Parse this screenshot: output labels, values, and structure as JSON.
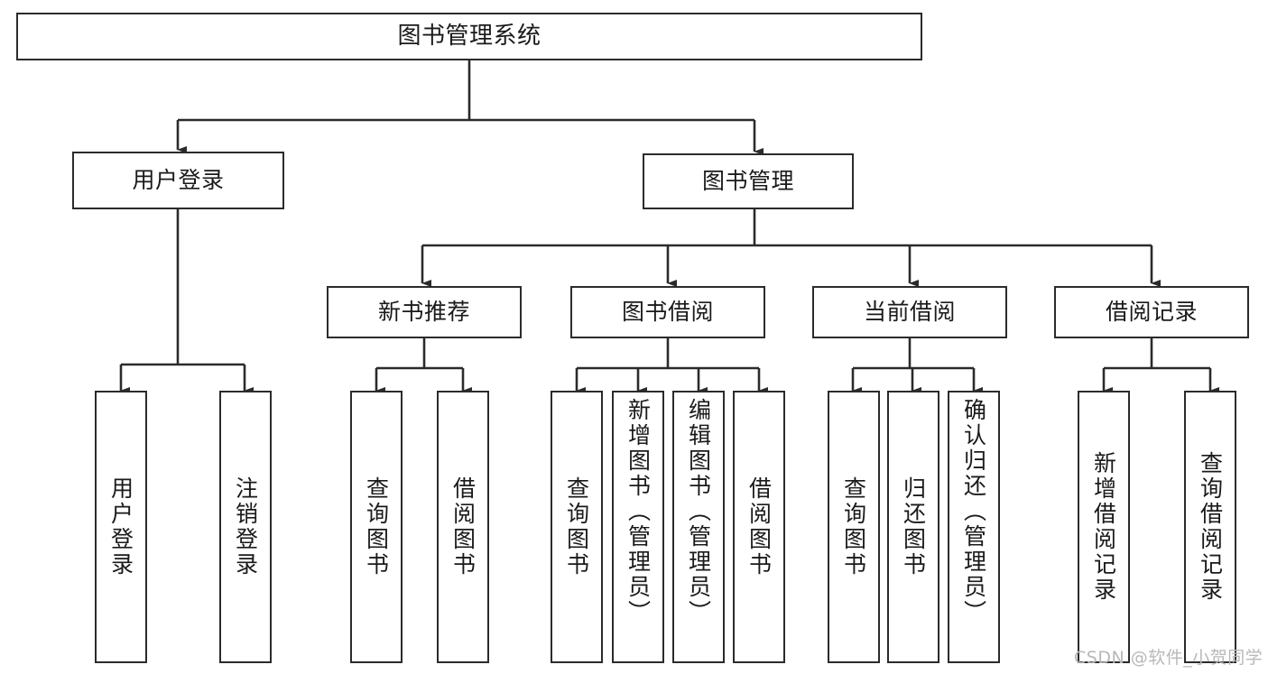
{
  "diagram": {
    "title": "图书管理系统",
    "type": "tree-hierarchy-diagram",
    "colors": {
      "stroke": "#2b2b2b",
      "background": "#ffffff",
      "text": "#1a1a1a",
      "watermark": "#b8b8b8"
    },
    "levels": {
      "root": {
        "label": "图书管理系统"
      },
      "level2": [
        {
          "label": "用户登录"
        },
        {
          "label": "图书管理"
        }
      ],
      "level3": [
        {
          "label": "新书推荐"
        },
        {
          "label": "图书借阅"
        },
        {
          "label": "当前借阅"
        },
        {
          "label": "借阅记录"
        }
      ],
      "leaves": {
        "user_login": [
          {
            "label": "用户登录"
          },
          {
            "label": "注销登录"
          }
        ],
        "new_book_recommend": [
          {
            "label": "查询图书"
          },
          {
            "label": "借阅图书"
          }
        ],
        "book_borrow": [
          {
            "label": "查询图书"
          },
          {
            "label": "新增图书（管理员）"
          },
          {
            "label": "编辑图书（管理员）"
          },
          {
            "label": "借阅图书"
          }
        ],
        "current_borrow": [
          {
            "label": "查询图书"
          },
          {
            "label": "归还图书"
          },
          {
            "label": "确认归还（管理员）"
          }
        ],
        "borrow_records": [
          {
            "label": "新增借阅记录"
          },
          {
            "label": "查询借阅记录"
          }
        ]
      }
    }
  },
  "watermark": {
    "text": "CSDN @软件_小贺同学"
  }
}
